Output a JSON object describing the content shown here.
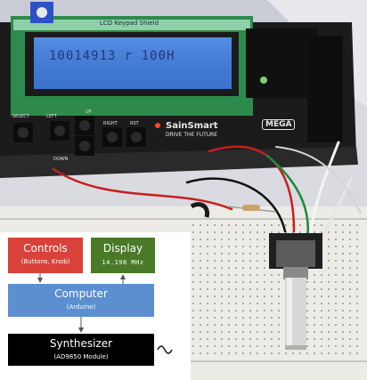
{
  "photo": {
    "lcd_text": "10014913 r 100H",
    "shield_label": "LCD Keypad Shield",
    "board_brand": "SainSmart",
    "board_tagline": "DRIVE THE FUTURE",
    "board_model": "MEGA",
    "button_labels": [
      "SELECT",
      "LEFT",
      "UP",
      "DOWN",
      "RIGHT",
      "RST"
    ],
    "colors": {
      "lcd": "#3f7bd8",
      "board": "#1b1b1b",
      "breadboard": "#ecebe6"
    }
  },
  "diagram": {
    "controls": {
      "title": "Controls",
      "subtitle": "(Buttons, Knob)",
      "color": "#d9423a"
    },
    "display": {
      "title": "Display",
      "subtitle": "14.198 MHz",
      "color": "#4a7a28"
    },
    "computer": {
      "title": "Computer",
      "subtitle": "(Arduino)",
      "color": "#5b8fd0"
    },
    "synthesizer": {
      "title": "Synthesizer",
      "subtitle": "(AD9850 Module)",
      "color": "#000000"
    },
    "output_icon": "sine-wave-icon"
  }
}
